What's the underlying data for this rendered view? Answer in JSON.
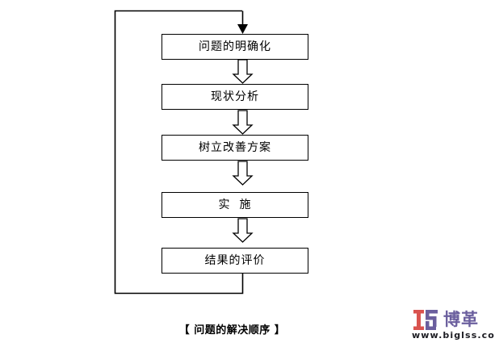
{
  "diagram": {
    "caption": "【 问题的解决顺序 】",
    "steps": [
      {
        "label": "问题的明确化"
      },
      {
        "label": "现状分析"
      },
      {
        "label": "树立改善方案"
      },
      {
        "label": "实  施"
      },
      {
        "label": "结果的评价"
      }
    ],
    "connectors": {
      "entry_arrow": "solid-down-arrow",
      "between_steps": "hollow-block-down-arrow",
      "feedback": "feedback-loop-line"
    },
    "colors": {
      "line": "#000000",
      "box_fill": "#ffffff",
      "text": "#000000"
    }
  },
  "logo": {
    "mark_red": "#d9534f",
    "mark_purple": "#6b5f9e",
    "wordmark": "博革",
    "url": "www.biglss.com",
    "url_color": "#1c1c22"
  }
}
